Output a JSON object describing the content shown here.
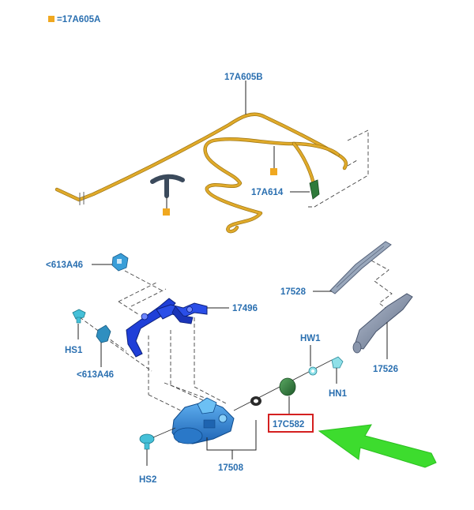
{
  "legend": {
    "marker_color": "#f0a820",
    "text": "=17A605A"
  },
  "labels": {
    "hose_main": "17A605B",
    "connector": "17A614",
    "bracket_top": "<613A46",
    "bracket_bottom": "<613A46",
    "hs1": "HS1",
    "hs2": "HS2",
    "linkage": "17496",
    "motor": "17508",
    "blade": "17528",
    "arm": "17526",
    "hw1": "HW1",
    "hn1": "HN1",
    "cap": "17C582"
  },
  "colors": {
    "hose": "#e0aa2a",
    "label": "#2a6fb0",
    "highlight_box": "#d42020",
    "arrow": "#3ddc2e",
    "linkage": "#1f3fd8",
    "motor": "#2f86d6",
    "cap": "#2e7a3a",
    "blade": "#7f8fa8"
  },
  "icons": [
    "square-marker-icon",
    "arrow-pointer-icon"
  ]
}
